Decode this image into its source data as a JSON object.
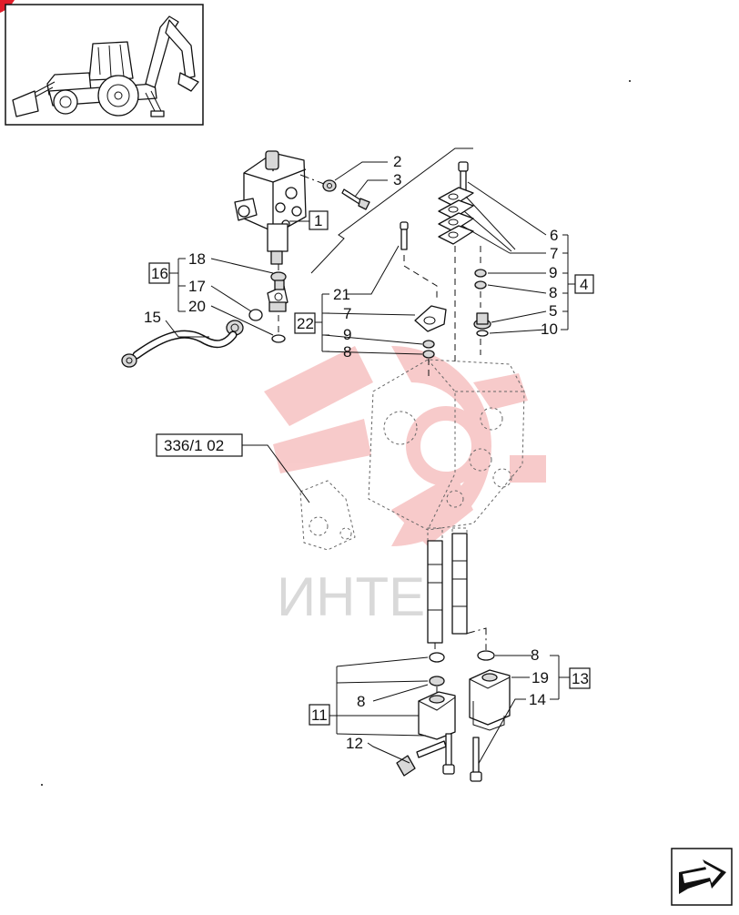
{
  "header": {
    "thumbnail_icon": "backhoe-loader-icon",
    "corner_icon": "red-corner-marker"
  },
  "watermark": {
    "text": "ИНТЕ",
    "logo_icon": "gear-logo-watermark",
    "logo_color": "#f2a0a0",
    "text_color": "#d9d9d9"
  },
  "callouts": {
    "c2": "2",
    "c3": "3",
    "c1": "1",
    "c6": "6",
    "c7a": "7",
    "c9a": "9",
    "c8a": "8",
    "c4": "4",
    "c5": "5",
    "c10": "10",
    "c18": "18",
    "c16": "16",
    "c17": "17",
    "c15": "15",
    "c20": "20",
    "c21": "21",
    "c7b": "7",
    "c22": "22",
    "c9b": "9",
    "c8b": "8",
    "ref_336": "336/1 02",
    "c8c": "8",
    "c19": "19",
    "c13": "13",
    "c14": "14",
    "c8d": "8",
    "c11": "11",
    "c12": "12"
  },
  "nav": {
    "next_icon": "next-page-arrow-icon"
  },
  "colors": {
    "line": "#111111",
    "accent_red": "#e11d2a"
  }
}
